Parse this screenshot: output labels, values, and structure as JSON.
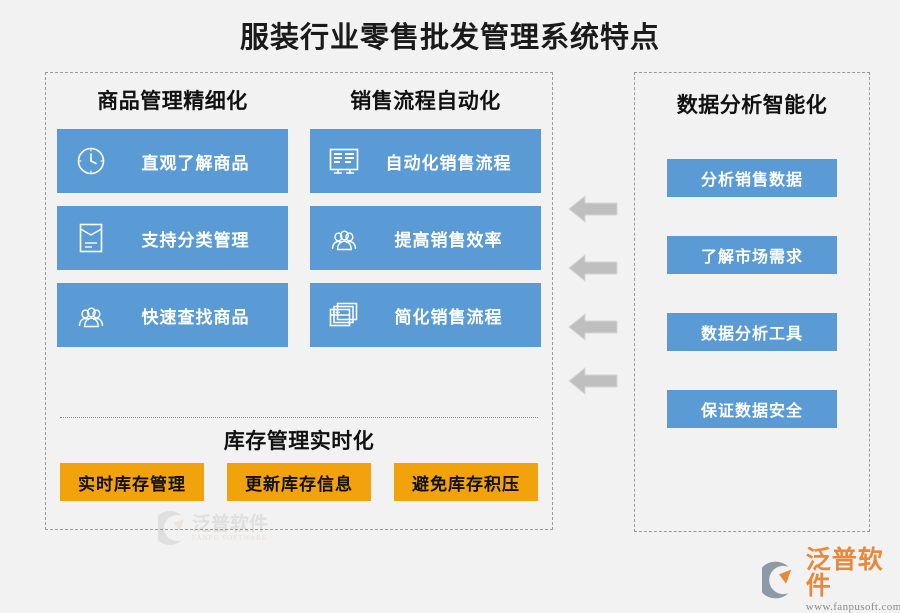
{
  "title": "服装行业零售批发管理系统特点",
  "colors": {
    "background": "#f2f2f2",
    "card_blue": "#5b9bd5",
    "inventory_orange": "#f2a30c",
    "arrow_gray": "#bfbfbf",
    "brand_orange": "#e8893a",
    "panel_border": "#9a9a9a"
  },
  "left_panel": {
    "columns": [
      {
        "heading": "商品管理精细化",
        "cards": [
          {
            "icon": "clock-icon",
            "label": "直观了解商品"
          },
          {
            "icon": "envelope-folder-icon",
            "label": "支持分类管理"
          },
          {
            "icon": "people-group-icon",
            "label": "快速查找商品"
          }
        ]
      },
      {
        "heading": "销售流程自动化",
        "cards": [
          {
            "icon": "form-document-icon",
            "label": "自动化销售流程"
          },
          {
            "icon": "people-group-icon",
            "label": "提高销售效率"
          },
          {
            "icon": "stacked-windows-icon",
            "label": "简化销售流程"
          }
        ]
      }
    ],
    "inventory": {
      "heading": "库存管理实时化",
      "boxes": [
        "实时库存管理",
        "更新库存信息",
        "避免库存积压"
      ]
    }
  },
  "right_panel": {
    "heading": "数据分析智能化",
    "boxes": [
      "分析销售数据",
      "了解市场需求",
      "数据分析工具",
      "保证数据安全"
    ]
  },
  "arrows": {
    "icon": "arrow-left-icon",
    "count": 4,
    "direction": "left"
  },
  "watermark": {
    "name": "泛普软件",
    "sub": "FANPU SOFTWARE"
  },
  "brand": {
    "icon": "fanpu-logo-icon",
    "name": "泛普软件",
    "url": "www.fanpusoft.com"
  }
}
